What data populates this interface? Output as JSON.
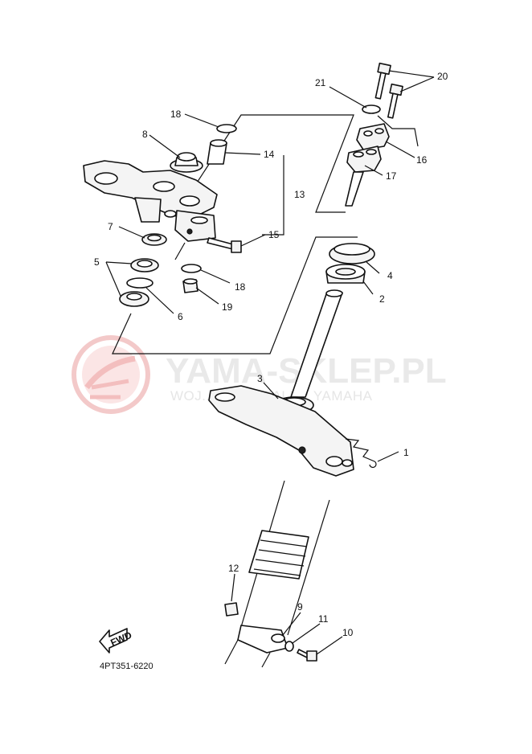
{
  "watermark": {
    "title": "YAMA-SKLEP.PL",
    "subtitle": "WOJ...OWY DEALER YAMAHA",
    "logo_color": "#f2c4c4",
    "text_color": "#e9e9e9"
  },
  "diagram_code": "4PT351-6220",
  "fwd_label": "FWD",
  "callouts": {
    "c1": "1",
    "c2": "2",
    "c3": "3",
    "c4": "4",
    "c5": "5",
    "c6": "6",
    "c7": "7",
    "c8": "8",
    "c9": "9",
    "c10": "10",
    "c11": "11",
    "c12": "12",
    "c13": "13",
    "c14": "14",
    "c15": "15",
    "c16": "16",
    "c17": "17",
    "c18a": "18",
    "c18b": "18",
    "c19": "19",
    "c20": "20",
    "c21": "21"
  }
}
